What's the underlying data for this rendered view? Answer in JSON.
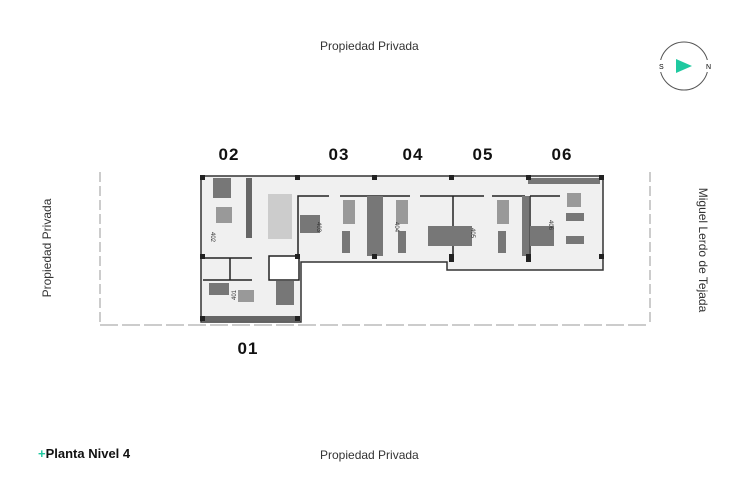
{
  "boundaries": {
    "top": "Propiedad Privada",
    "bottom": "Propiedad Privada",
    "left": "Propiedad Privada",
    "right": "Miguel Lerdo de Tejada"
  },
  "compass": {
    "south": "S",
    "north": "N",
    "arrow_color": "#1fc9a0"
  },
  "units": [
    "01",
    "02",
    "03",
    "04",
    "05",
    "06"
  ],
  "rooms": [
    "401",
    "402",
    "403",
    "404",
    "405",
    "406"
  ],
  "title": {
    "plus": "+",
    "text": "Planta Nivel 4"
  }
}
